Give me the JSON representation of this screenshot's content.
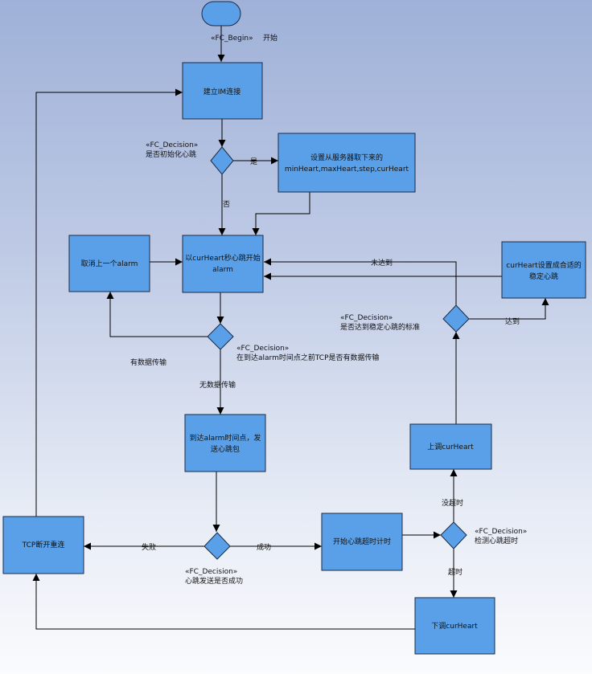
{
  "start": {
    "stereotype": "«FC_Begin»",
    "label": "开始"
  },
  "nodes": {
    "connect": "建立IM连接",
    "set_params": [
      "设置从服务器取下来的",
      "minHeart,maxHeart,step,curHeart"
    ],
    "cancel_alarm": "取消上一个alarm",
    "start_alarm": [
      "以curHeart秒心跳开始",
      "alarm"
    ],
    "stable": [
      "curHeart设置成合适的",
      "稳定心跳"
    ],
    "send": [
      "到达alarm时间点，发",
      "送心跳包"
    ],
    "up": "上调curHeart",
    "timer": "开始心跳超时计时",
    "tcp_reconnect": "TCP断开重连",
    "down": "下调curHeart"
  },
  "decisions": {
    "d1": {
      "stereotype": "«FC_Decision»",
      "text": "是否初始化心跳"
    },
    "d2": {
      "stereotype": "«FC_Decision»",
      "text": "在到达alarm时间点之前TCP是否有数据传输"
    },
    "d3": {
      "stereotype": "«FC_Decision»",
      "text": "是否达到稳定心跳的标准"
    },
    "d4": {
      "stereotype": "«FC_Decision»",
      "text": "检测心跳超时"
    },
    "d5": {
      "stereotype": "«FC_Decision»",
      "text": "心跳发送是否成功"
    }
  },
  "edges": {
    "yes": "是",
    "no": "否",
    "has_data": "有数据传输",
    "no_data": "无数据传输",
    "not_reached": "未达到",
    "reached": "达到",
    "no_timeout": "没超时",
    "timeout": "超时",
    "fail": "失败",
    "success": "成功"
  }
}
